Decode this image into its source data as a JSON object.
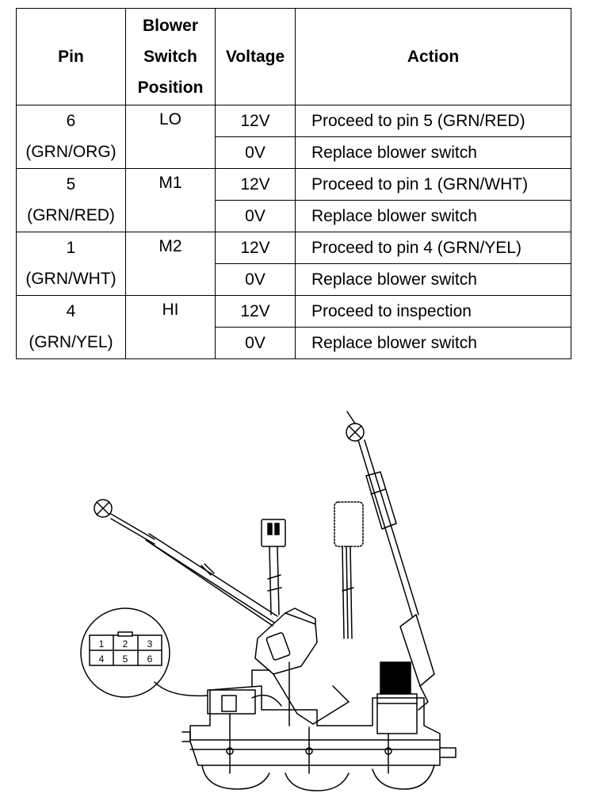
{
  "table": {
    "headers": {
      "pin": "Pin",
      "position": [
        "Blower",
        "Switch",
        "Position"
      ],
      "voltage": "Voltage",
      "action": "Action"
    },
    "rows": [
      {
        "pin": "6",
        "color": "(GRN/ORG)",
        "position": "LO",
        "checks": [
          {
            "voltage": "12V",
            "action": "Proceed to pin 5 (GRN/RED)"
          },
          {
            "voltage": "0V",
            "action": "Replace blower switch"
          }
        ]
      },
      {
        "pin": "5",
        "color": "(GRN/RED)",
        "position": "M1",
        "checks": [
          {
            "voltage": "12V",
            "action": "Proceed to pin 1 (GRN/WHT)"
          },
          {
            "voltage": "0V",
            "action": "Replace blower switch"
          }
        ]
      },
      {
        "pin": "1",
        "color": "(GRN/WHT)",
        "position": "M2",
        "checks": [
          {
            "voltage": "12V",
            "action": "Proceed to pin 4 (GRN/YEL)"
          },
          {
            "voltage": "0V",
            "action": "Replace blower switch"
          }
        ]
      },
      {
        "pin": "4",
        "color": "(GRN/YEL)",
        "position": "HI",
        "checks": [
          {
            "voltage": "12V",
            "action": "Proceed to inspection"
          },
          {
            "voltage": "0V",
            "action": "Replace blower switch"
          }
        ]
      }
    ]
  },
  "connector": {
    "pins": [
      "1",
      "2",
      "3",
      "4",
      "5",
      "6"
    ]
  }
}
